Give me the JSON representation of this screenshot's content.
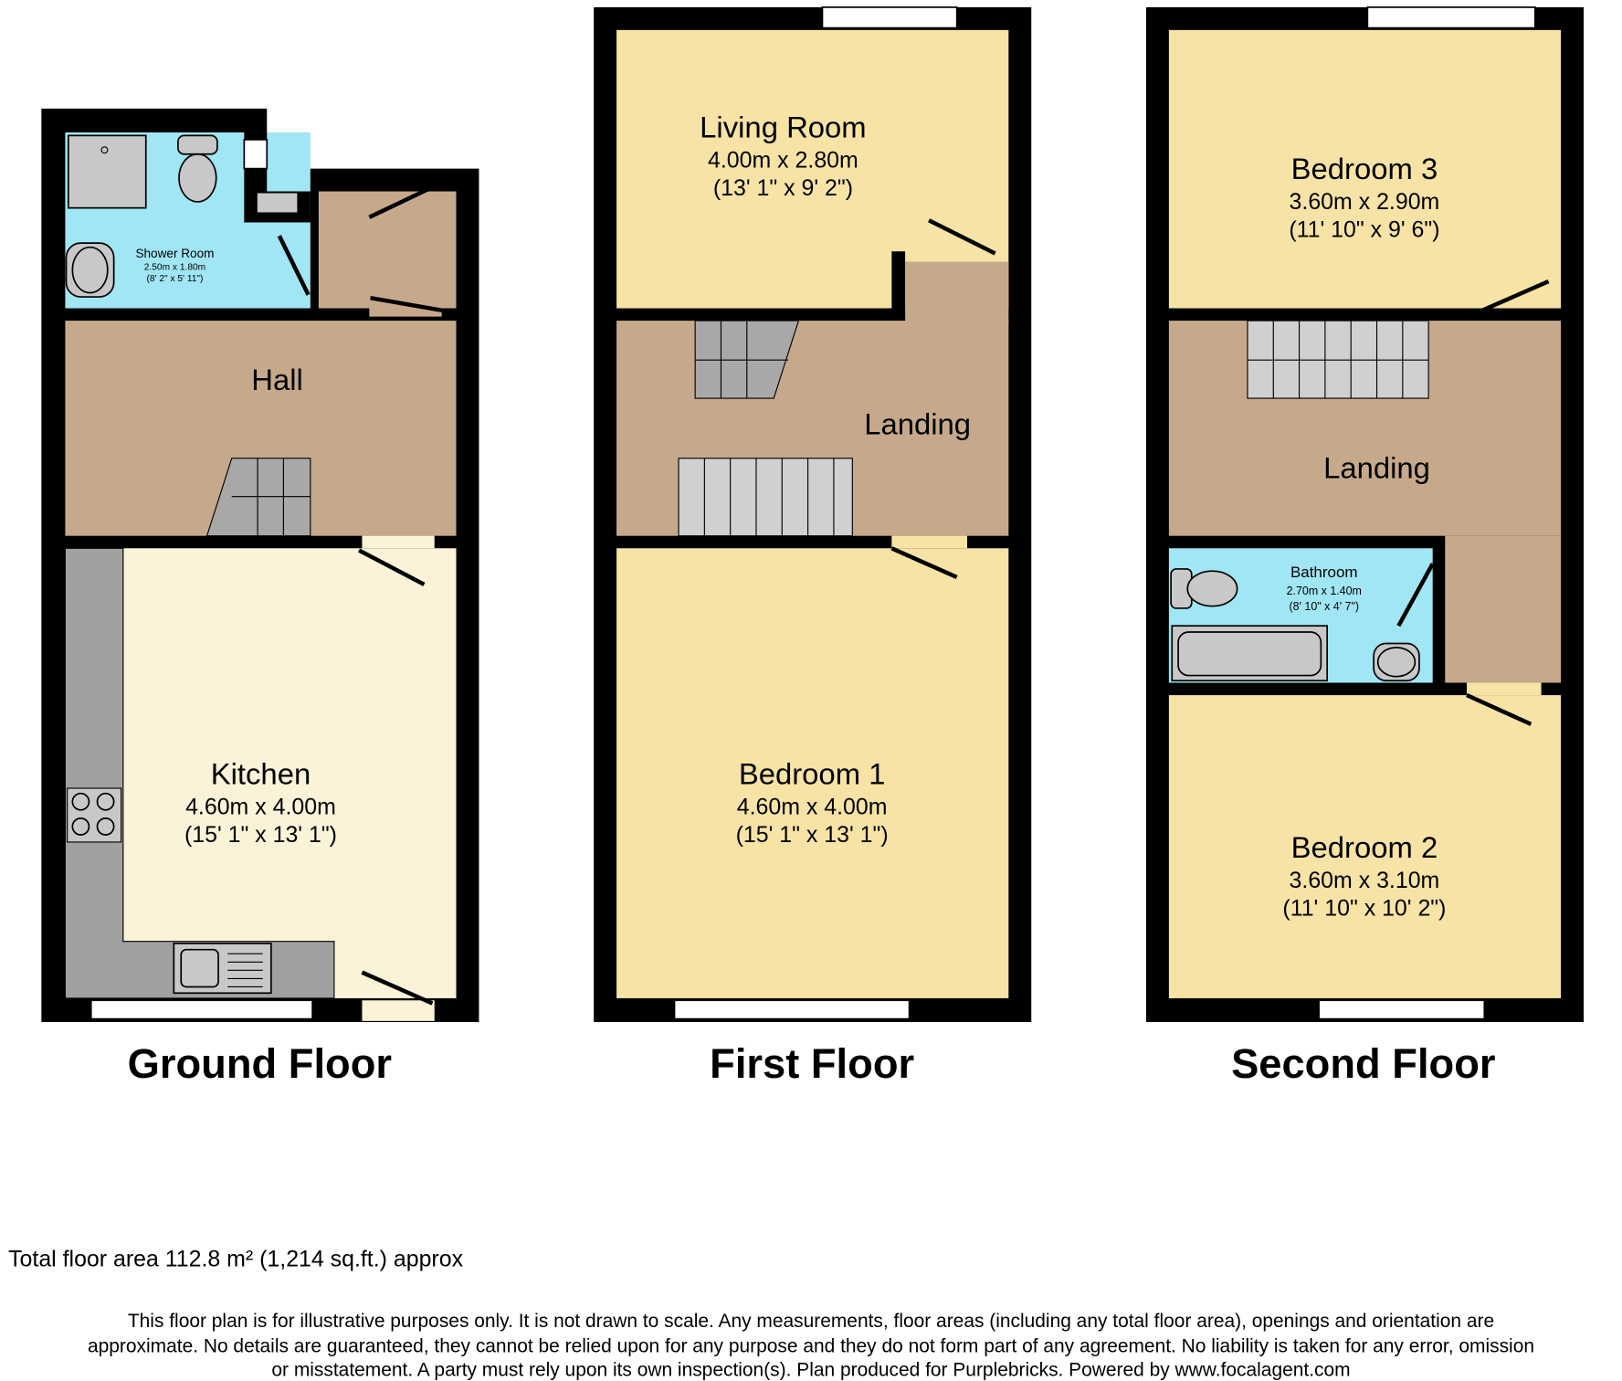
{
  "ground_floor": {
    "title": "Ground Floor",
    "shower_room": {
      "name": "Shower Room",
      "metric": "2.50m x 1.80m",
      "imperial": "(8' 2\" x 5' 11\")"
    },
    "hall": {
      "name": "Hall"
    },
    "kitchen": {
      "name": "Kitchen",
      "metric": "4.60m x 4.00m",
      "imperial": "(15' 1\" x 13' 1\")"
    }
  },
  "first_floor": {
    "title": "First Floor",
    "living_room": {
      "name": "Living Room",
      "metric": "4.00m x 2.80m",
      "imperial": "(13' 1\" x 9' 2\")"
    },
    "landing": {
      "name": "Landing"
    },
    "bedroom_1": {
      "name": "Bedroom 1",
      "metric": "4.60m x 4.00m",
      "imperial": "(15' 1\" x 13' 1\")"
    }
  },
  "second_floor": {
    "title": "Second Floor",
    "bedroom_3": {
      "name": "Bedroom 3",
      "metric": "3.60m x 2.90m",
      "imperial": "(11' 10\" x 9' 6\")"
    },
    "landing": {
      "name": "Landing"
    },
    "bathroom": {
      "name": "Bathroom",
      "metric": "2.70m x 1.40m",
      "imperial": "(8' 10\" x 4' 7\")"
    },
    "bedroom_2": {
      "name": "Bedroom 2",
      "metric": "3.60m x 3.10m",
      "imperial": "(11' 10\" x 10' 2\")"
    }
  },
  "total_area": "Total floor area 112.8 m² (1,214 sq.ft.) approx",
  "disclaimer": [
    "This floor plan is for illustrative purposes only. It is not drawn to scale. Any measurements, floor areas (including any total floor area), openings and orientation are",
    "approximate. No details are guaranteed, they cannot be relied upon for any purpose and they do not form part of any agreement. No liability is taken for any error, omission",
    "or misstatement. A party must rely upon its own inspection(s). Plan produced for Purplebricks. Powered by www.focalagent.com"
  ],
  "colors": {
    "wall": "#000000",
    "bedroom": "#f7e3a6",
    "kitchen": "#faf3d8",
    "hall": "#c6a98b",
    "wet_room": "#a0e6f4",
    "counter": "#a0a0a0"
  }
}
